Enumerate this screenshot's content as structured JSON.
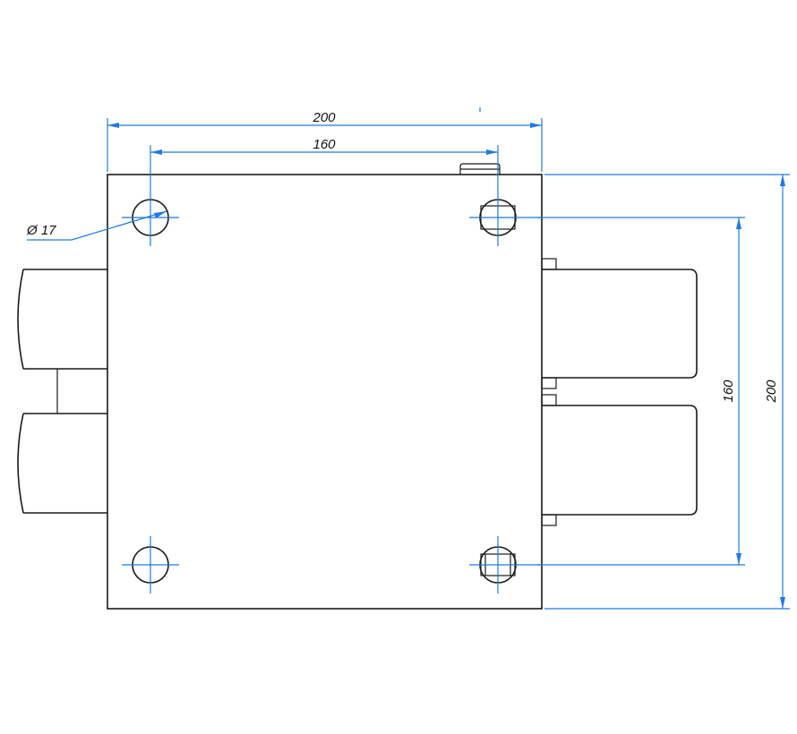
{
  "dimensions": {
    "overall_width": "200",
    "hole_spacing_horizontal": "160",
    "overall_height": "200",
    "hole_spacing_vertical": "160",
    "hole_diameter": "Ø 17"
  },
  "colors": {
    "outline": "#1a1a1a",
    "dimension": "#1e7be0",
    "background": "#ffffff"
  }
}
